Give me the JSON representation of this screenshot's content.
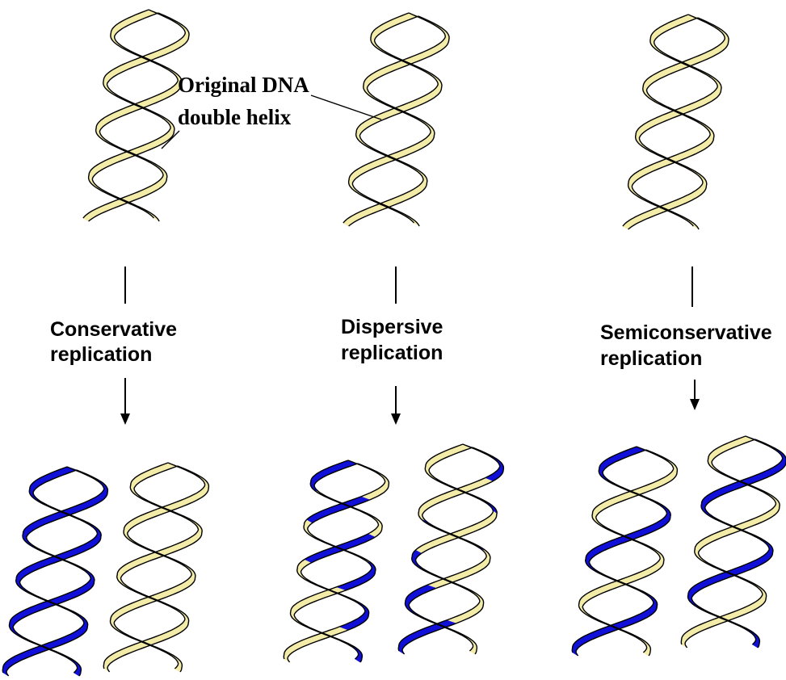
{
  "colors": {
    "original_strand": "#F3EBA8",
    "new_strand": "#1010D8",
    "outline": "#000000",
    "background": "#FFFFFF"
  },
  "callout": {
    "line1": "Original DNA",
    "line2": "double helix"
  },
  "models": [
    {
      "line1": "Conservative",
      "line2": "replication",
      "products": [
        {
          "strandA": [
            [
              "new",
              1
            ]
          ],
          "strandB": [
            [
              "new",
              1
            ]
          ]
        },
        {
          "strandA": [
            [
              "original",
              1
            ]
          ],
          "strandB": [
            [
              "original",
              1
            ]
          ]
        }
      ]
    },
    {
      "line1": "Dispersive",
      "line2": "replication",
      "products": [
        {
          "strandA": [
            [
              "original",
              0.18
            ],
            [
              "new",
              0.12
            ],
            [
              "original",
              0.2
            ],
            [
              "new",
              0.14
            ],
            [
              "original",
              0.2
            ],
            [
              "new",
              0.16
            ]
          ],
          "strandB": [
            [
              "new",
              0.15
            ],
            [
              "original",
              0.22
            ],
            [
              "new",
              0.13
            ],
            [
              "original",
              0.2
            ],
            [
              "new",
              0.14
            ],
            [
              "original",
              0.16
            ]
          ]
        },
        {
          "strandA": [
            [
              "new",
              0.16
            ],
            [
              "original",
              0.2
            ],
            [
              "new",
              0.14
            ],
            [
              "original",
              0.18
            ],
            [
              "new",
              0.15
            ],
            [
              "original",
              0.17
            ]
          ],
          "strandB": [
            [
              "original",
              0.17
            ],
            [
              "new",
              0.15
            ],
            [
              "original",
              0.19
            ],
            [
              "new",
              0.16
            ],
            [
              "original",
              0.18
            ],
            [
              "new",
              0.15
            ]
          ]
        }
      ]
    },
    {
      "line1": "Semiconservative",
      "line2": "replication",
      "products": [
        {
          "strandA": [
            [
              "original",
              1
            ]
          ],
          "strandB": [
            [
              "new",
              1
            ]
          ]
        },
        {
          "strandA": [
            [
              "new",
              1
            ]
          ],
          "strandB": [
            [
              "original",
              1
            ]
          ]
        }
      ]
    }
  ]
}
